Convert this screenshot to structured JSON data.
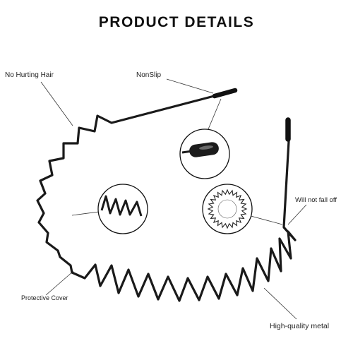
{
  "title": "PRODUCT DETAILS",
  "labels": {
    "no_hurting_hair": "No Hurting Hair",
    "nonslip": "NonSlip",
    "will_not_fall_off": "Will not fall off",
    "protective_cover": "Protective Cover",
    "high_quality_metal": "High-quality metal"
  },
  "colors": {
    "wire": "#1a1a1a",
    "text": "#222222",
    "leader": "#333333",
    "circle": "#111111"
  }
}
